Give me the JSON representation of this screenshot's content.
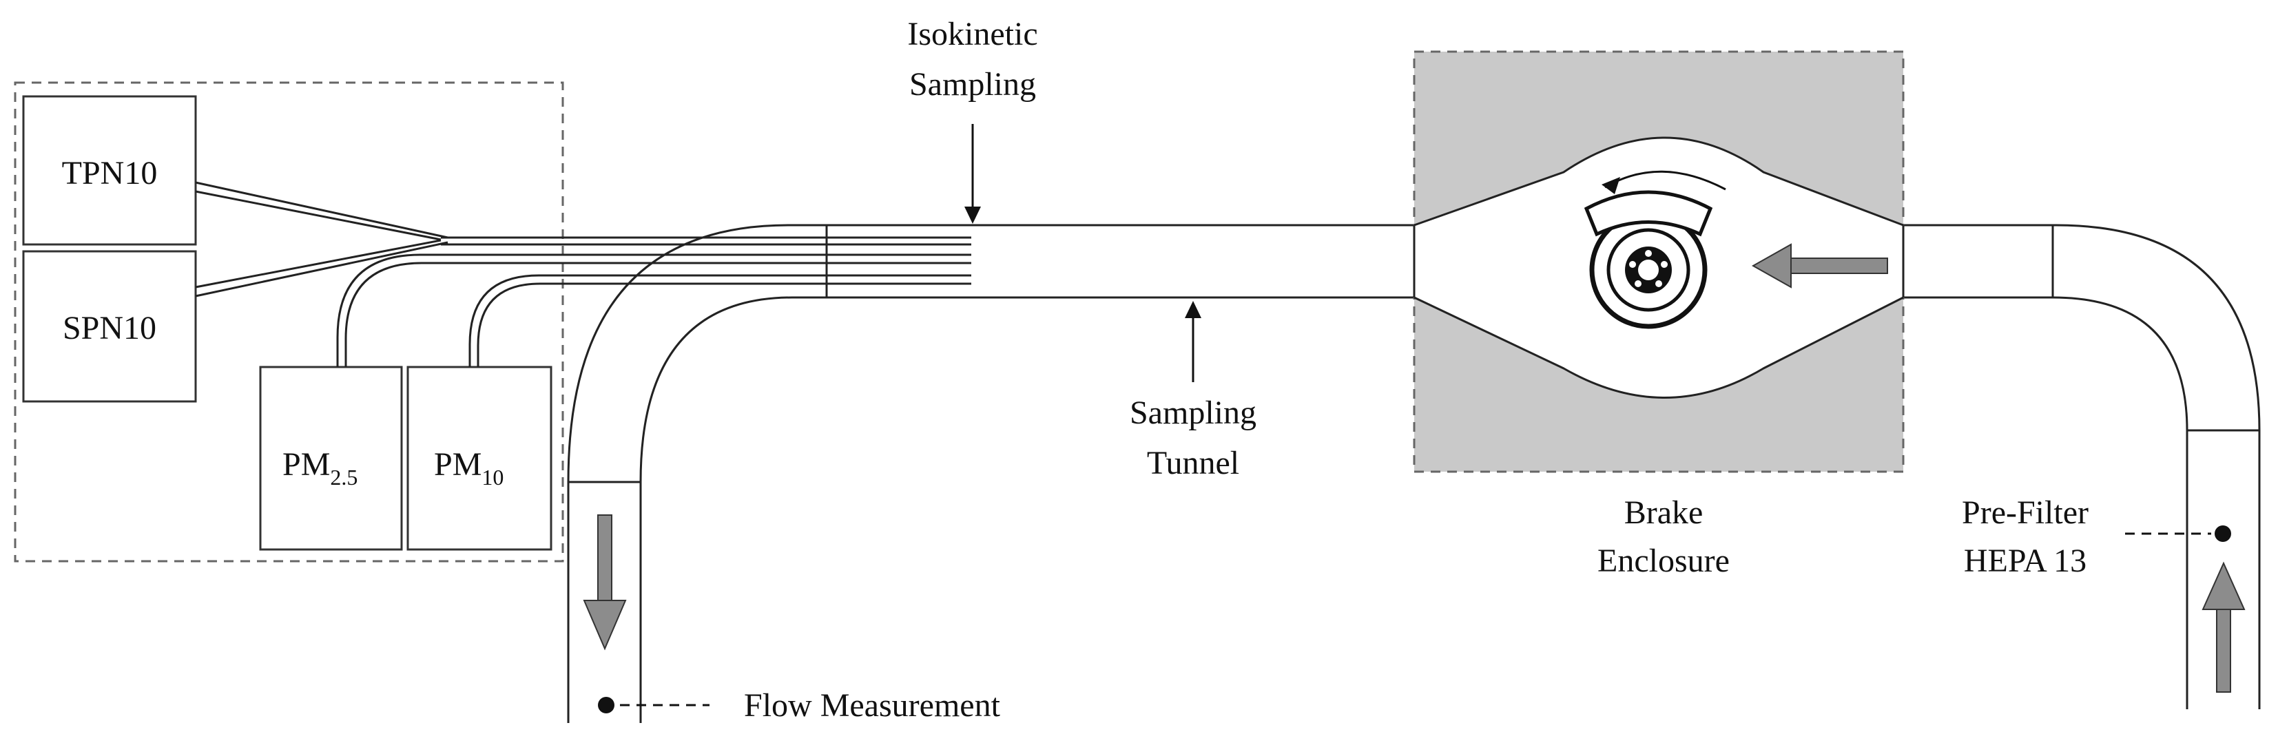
{
  "instruments": {
    "tpn": "TPN10",
    "spn": "SPN10",
    "pm25": {
      "base": "PM",
      "sub": "2.5"
    },
    "pm10": {
      "base": "PM",
      "sub": "10"
    }
  },
  "labels": {
    "isokinetic_line1": "Isokinetic",
    "isokinetic_line2": "Sampling",
    "tunnel_line1": "Sampling",
    "tunnel_line2": "Tunnel",
    "enclosure_line1": "Brake",
    "enclosure_line2": "Enclosure",
    "prefilter_line1": "Pre-Filter",
    "prefilter_line2": "HEPA 13",
    "flow": "Flow Measurement"
  },
  "colors": {
    "line": "#222222",
    "dashed": "#666666",
    "enclosure_fill": "#c9c9c9",
    "arrow_fill": "#8c8c8c"
  }
}
